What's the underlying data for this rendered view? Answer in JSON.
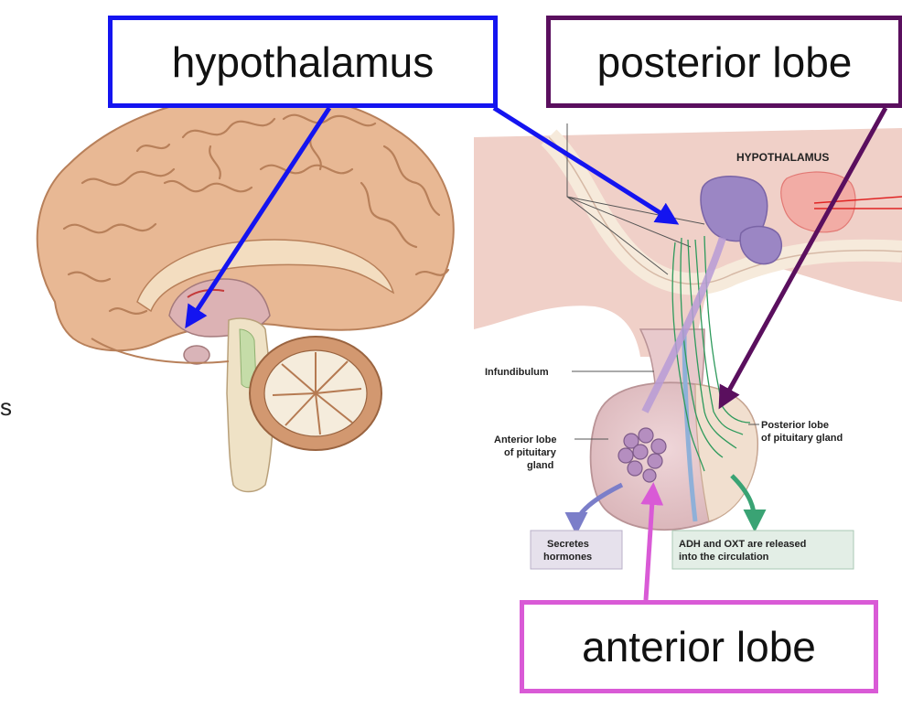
{
  "callouts": {
    "hypothalamus": "hypothalamus",
    "posterior_lobe": "posterior lobe",
    "anterior_lobe": "anterior lobe"
  },
  "diagram_labels": {
    "hypothalamus_upper": "HYPOTHALAMUS",
    "infundibulum": "Infundibulum",
    "anterior_lobe_line1": "Anterior lobe",
    "anterior_lobe_line2": "of pituitary",
    "anterior_lobe_line3": "gland",
    "posterior_lobe_line1": "Posterior lobe",
    "posterior_lobe_line2": "of pituitary gland",
    "secretes_line1": "Secretes",
    "secretes_line2": "hormones",
    "adh_line1": "ADH and OXT are released",
    "adh_line2": "into the circulation"
  },
  "edge_fragment": "s",
  "colors": {
    "hypothalamus_arrow": "#1414f0",
    "posterior_arrow": "#5a0f5e",
    "anterior_arrow": "#d95ad6",
    "brain_tissue": "#e8b894",
    "pituitary": "#e8c9cc",
    "neuron": "#9b86c4"
  }
}
